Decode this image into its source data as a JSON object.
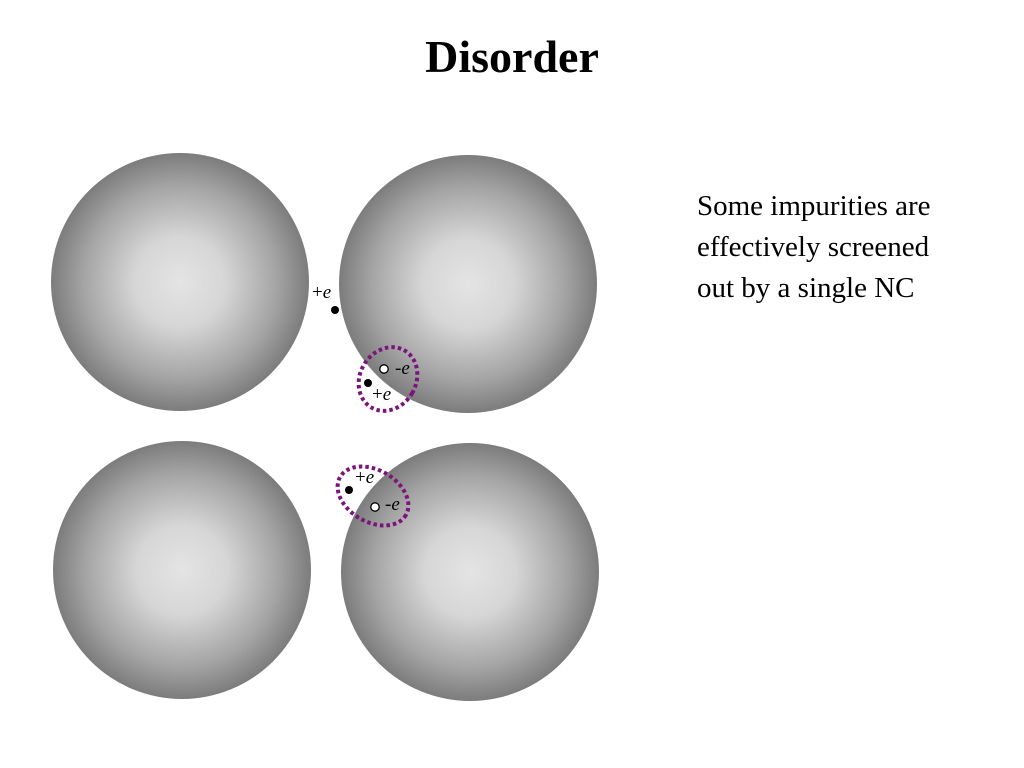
{
  "slide": {
    "title": "Disorder",
    "caption_lines": [
      "Some impurities are",
      "effectively screened",
      "out by a single NC"
    ]
  },
  "diagram": {
    "nanocrystals": 4,
    "charges": [
      {
        "id": "isolated-positive",
        "sign": "+",
        "symbol": "e"
      },
      {
        "id": "pair1-negative",
        "sign": "-",
        "symbol": "e"
      },
      {
        "id": "pair1-positive",
        "sign": "+",
        "symbol": "e"
      },
      {
        "id": "pair2-positive",
        "sign": "+",
        "symbol": "e"
      },
      {
        "id": "pair2-negative",
        "sign": "-",
        "symbol": "e"
      }
    ],
    "colors": {
      "sphere_center": "#e4e4e4",
      "sphere_edge": "#7c7c7c",
      "dipole_outline": "#7b147b",
      "charge_fill_positive": "#000000",
      "charge_fill_negative": "#ffffff"
    }
  }
}
